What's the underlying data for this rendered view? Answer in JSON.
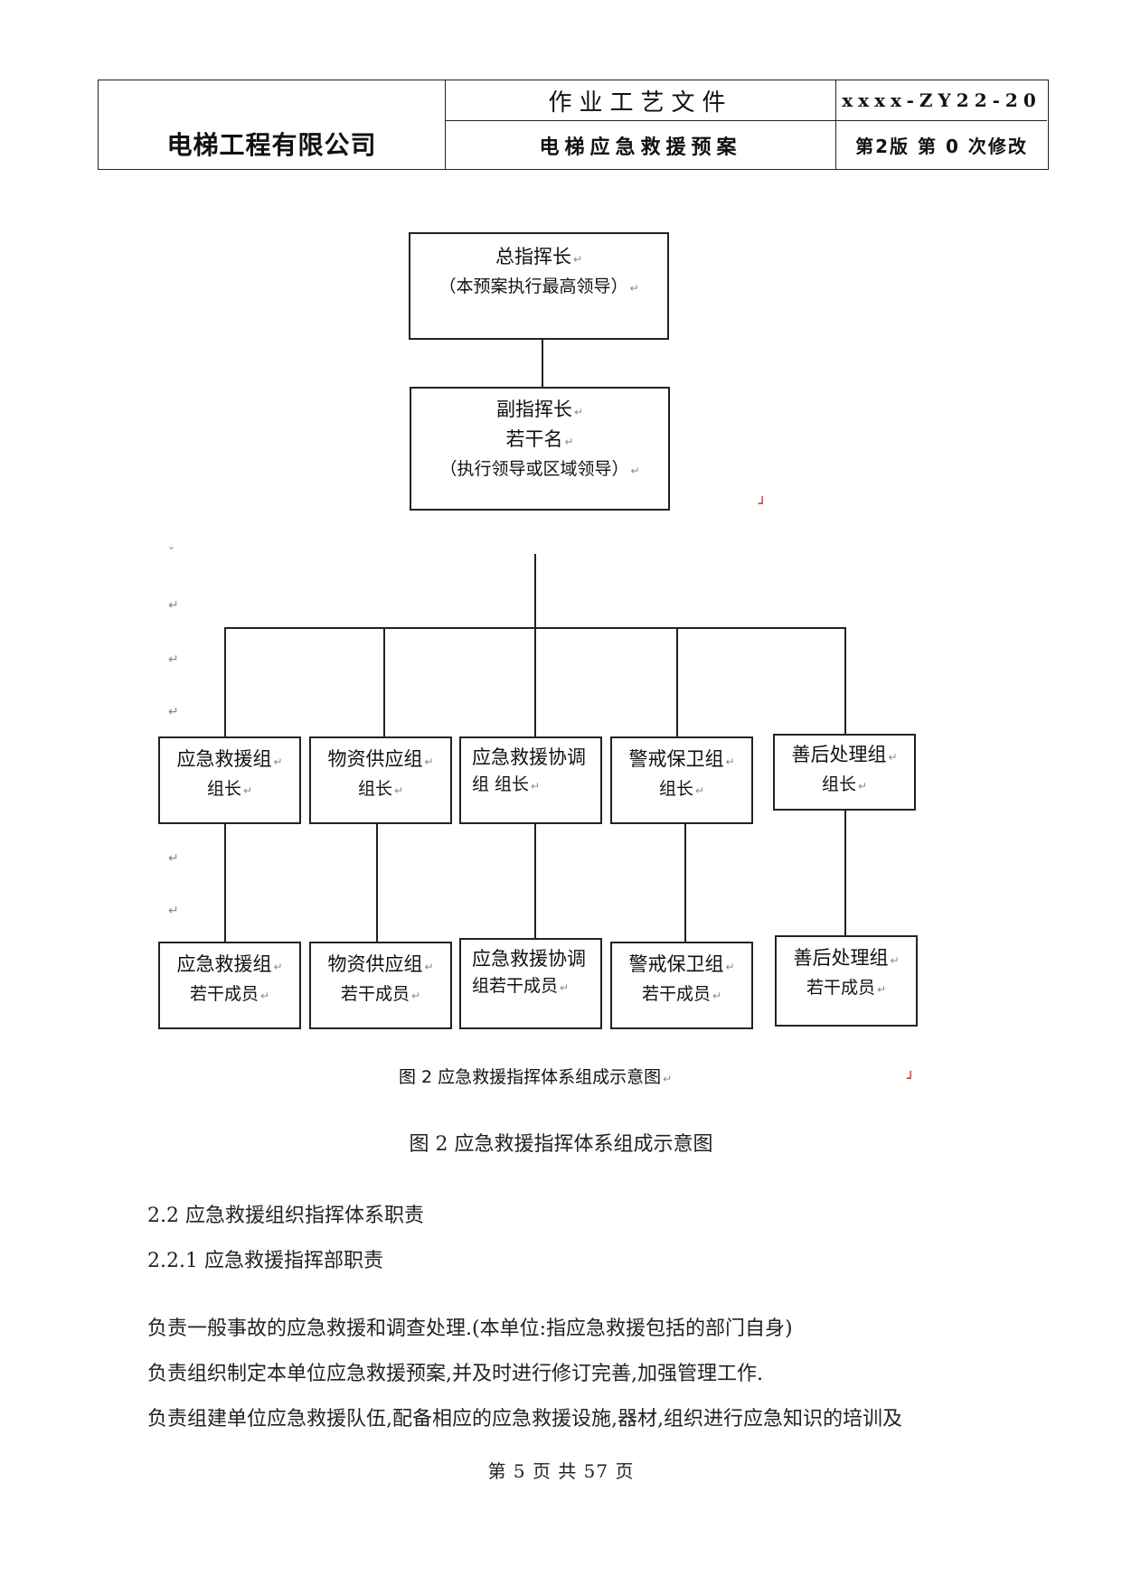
{
  "header": {
    "company": "电梯工程有限公司",
    "doc_type": "作业工艺文件",
    "doc_code": "xxxx-ZY22-20",
    "doc_title": "电梯应急救援预案",
    "revision": "第2版 第 0 次修改"
  },
  "org_chart": {
    "top": {
      "title": "总指挥长",
      "note": "（本预案执行最高领导）"
    },
    "deputy": {
      "title": "副指挥长",
      "count": "若干名",
      "note": "（执行领导或区域领导）"
    },
    "groups": [
      {
        "leader_line1": "应急救援组",
        "leader_line2": "组长",
        "member_line1": "应急救援组",
        "member_line2": "若干成员"
      },
      {
        "leader_line1": "物资供应组",
        "leader_line2": "组长",
        "member_line1": "物资供应组",
        "member_line2": "若干成员"
      },
      {
        "leader_line1": "应急救援协调",
        "leader_line2": "组 组长",
        "member_line1": "应急救援协调",
        "member_line2": "组若干成员"
      },
      {
        "leader_line1": "警戒保卫组",
        "leader_line2": "组长",
        "member_line1": "警戒保卫组",
        "member_line2": "若干成员"
      },
      {
        "leader_line1": "善后处理组",
        "leader_line2": "组长",
        "member_line1": "善后处理组",
        "member_line2": "若干成员"
      }
    ],
    "image_caption": "图 2  应急救援指挥体系组成示意图"
  },
  "caption": "图 2  应急救援指挥体系组成示意图",
  "body": {
    "section_2_2": "2.2 应急救援组织指挥体系职责",
    "section_2_2_1": "2.2.1 应急救援指挥部职责",
    "paragraphs": [
      "负责一般事故的应急救援和调查处理.(本单位:指应急救援包括的部门自身)",
      "负责组织制定本单位应急救援预案,并及时进行修订完善,加强管理工作.",
      "负责组建单位应急救援队伍,配备相应的应急救援设施,器材,组织进行应急知识的培训及"
    ]
  },
  "footer": "第 5 页 共 57 页",
  "marks": {
    "return": "↵",
    "corner": "┘",
    "left_top": "ˇ"
  }
}
